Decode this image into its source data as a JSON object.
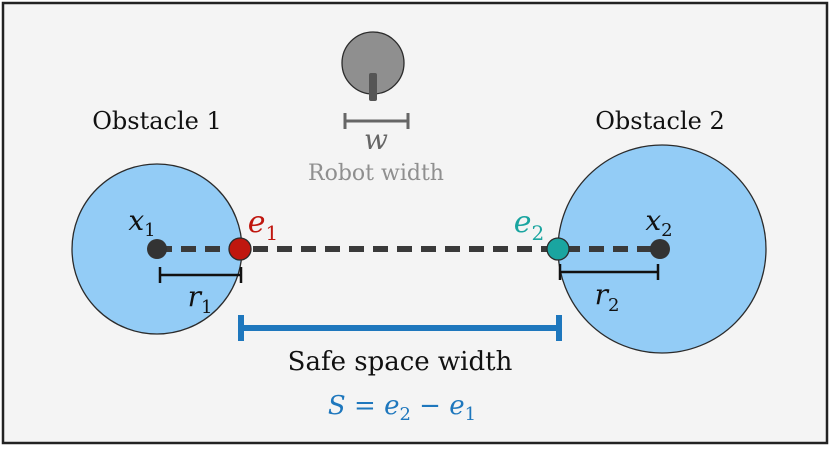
{
  "obstacle1": {
    "title": "Obstacle 1",
    "center_var": "x",
    "center_sub": "1",
    "edge_var": "e",
    "edge_sub": "1",
    "radius_var": "r",
    "radius_sub": "1"
  },
  "obstacle2": {
    "title": "Obstacle 2",
    "center_var": "x",
    "center_sub": "2",
    "edge_var": "e",
    "edge_sub": "2",
    "radius_var": "r",
    "radius_sub": "2"
  },
  "robot": {
    "width_var": "w",
    "caption": "Robot width"
  },
  "safe_space": {
    "label": "Safe space width",
    "formula": {
      "lhs": "S",
      "eq": " = ",
      "t1": "e",
      "t1_sub": "2",
      "minus": " − ",
      "t2": "e",
      "t2_sub": "1"
    }
  },
  "colors": {
    "background": "#f4f4f4",
    "frame": "#222222",
    "obstacle_fill": "#93ccf6",
    "obstacle_stroke": "#2b2b2b",
    "center_dot": "#333333",
    "edge1": "#c0170f",
    "edge2": "#1aa5a0",
    "robot_gray": "#8f8f8f",
    "safe_blue": "#1e77bd"
  }
}
